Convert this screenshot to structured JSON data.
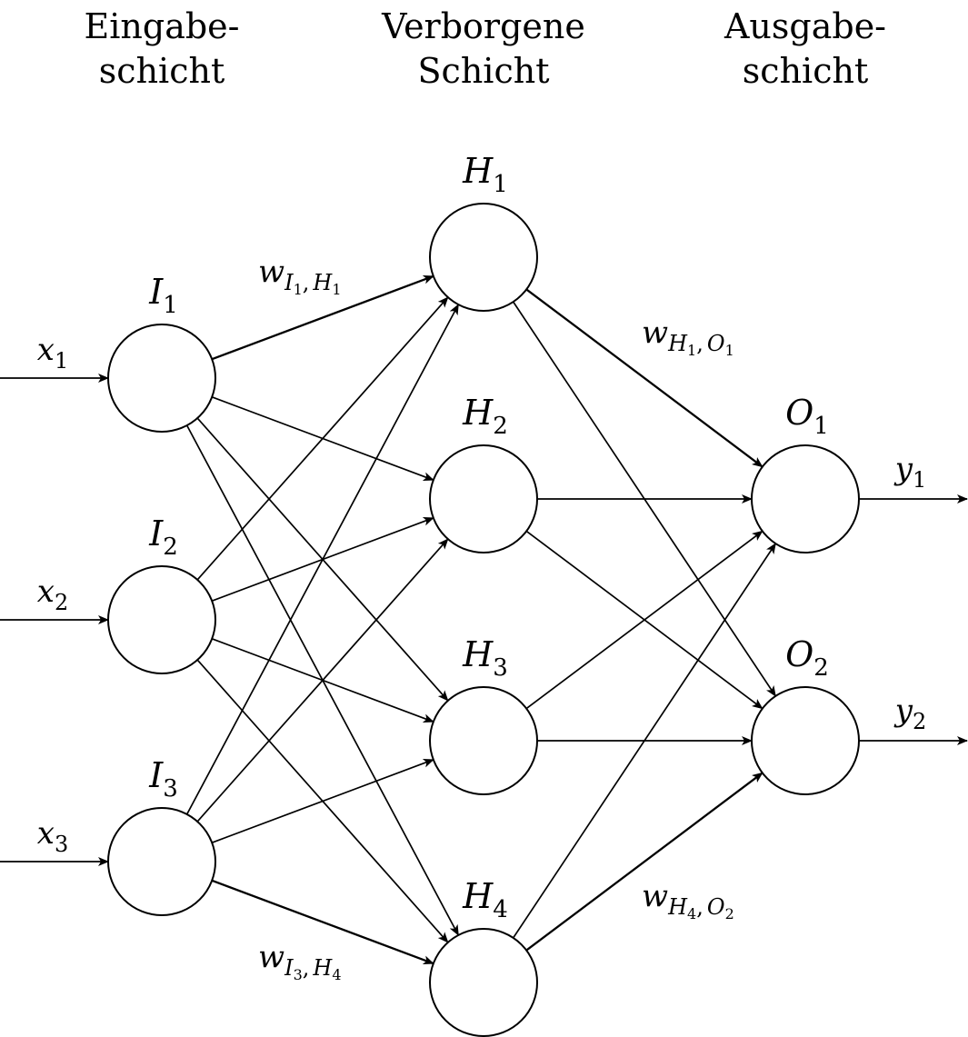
{
  "layers": [
    {
      "id": "input",
      "title_lines": [
        "Eingabe-",
        "schicht"
      ]
    },
    {
      "id": "hidden",
      "title_lines": [
        "Verborgene",
        "Schicht"
      ]
    },
    {
      "id": "output",
      "title_lines": [
        "Ausgabe-",
        "schicht"
      ]
    }
  ],
  "nodes": [
    {
      "id": "I1",
      "layer": "input",
      "letter": "I",
      "index": "1"
    },
    {
      "id": "I2",
      "layer": "input",
      "letter": "I",
      "index": "2"
    },
    {
      "id": "I3",
      "layer": "input",
      "letter": "I",
      "index": "3"
    },
    {
      "id": "H1",
      "layer": "hidden",
      "letter": "H",
      "index": "1"
    },
    {
      "id": "H2",
      "layer": "hidden",
      "letter": "H",
      "index": "2"
    },
    {
      "id": "H3",
      "layer": "hidden",
      "letter": "H",
      "index": "3"
    },
    {
      "id": "H4",
      "layer": "hidden",
      "letter": "H",
      "index": "4"
    },
    {
      "id": "O1",
      "layer": "output",
      "letter": "O",
      "index": "1"
    },
    {
      "id": "O2",
      "layer": "output",
      "letter": "O",
      "index": "2"
    }
  ],
  "inputs": [
    {
      "to": "I1",
      "letter": "x",
      "index": "1"
    },
    {
      "to": "I2",
      "letter": "x",
      "index": "2"
    },
    {
      "to": "I3",
      "letter": "x",
      "index": "3"
    }
  ],
  "outputs": [
    {
      "from": "O1",
      "letter": "y",
      "index": "1"
    },
    {
      "from": "O2",
      "letter": "y",
      "index": "2"
    }
  ],
  "edges": [
    {
      "from": "I1",
      "to": "H1"
    },
    {
      "from": "I1",
      "to": "H2"
    },
    {
      "from": "I1",
      "to": "H3"
    },
    {
      "from": "I1",
      "to": "H4"
    },
    {
      "from": "I2",
      "to": "H1"
    },
    {
      "from": "I2",
      "to": "H2"
    },
    {
      "from": "I2",
      "to": "H3"
    },
    {
      "from": "I2",
      "to": "H4"
    },
    {
      "from": "I3",
      "to": "H1"
    },
    {
      "from": "I3",
      "to": "H2"
    },
    {
      "from": "I3",
      "to": "H3"
    },
    {
      "from": "I3",
      "to": "H4"
    },
    {
      "from": "H1",
      "to": "O1"
    },
    {
      "from": "H1",
      "to": "O2"
    },
    {
      "from": "H2",
      "to": "O1"
    },
    {
      "from": "H2",
      "to": "O2"
    },
    {
      "from": "H3",
      "to": "O1"
    },
    {
      "from": "H3",
      "to": "O2"
    },
    {
      "from": "H4",
      "to": "O1"
    },
    {
      "from": "H4",
      "to": "O2"
    }
  ],
  "weight_labels": [
    {
      "edge_from": "I1",
      "edge_to": "H1",
      "letter": "w",
      "sub_a_letter": "I",
      "sub_a_index": "1",
      "sub_b_letter": "H",
      "sub_b_index": "1"
    },
    {
      "edge_from": "H1",
      "edge_to": "O1",
      "letter": "w",
      "sub_a_letter": "H",
      "sub_a_index": "1",
      "sub_b_letter": "O",
      "sub_b_index": "1"
    },
    {
      "edge_from": "I3",
      "edge_to": "H4",
      "letter": "w",
      "sub_a_letter": "I",
      "sub_a_index": "3",
      "sub_b_letter": "H",
      "sub_b_index": "4"
    },
    {
      "edge_from": "H4",
      "edge_to": "O2",
      "letter": "w",
      "sub_a_letter": "H",
      "sub_a_index": "4",
      "sub_b_letter": "O",
      "sub_b_index": "2"
    }
  ]
}
